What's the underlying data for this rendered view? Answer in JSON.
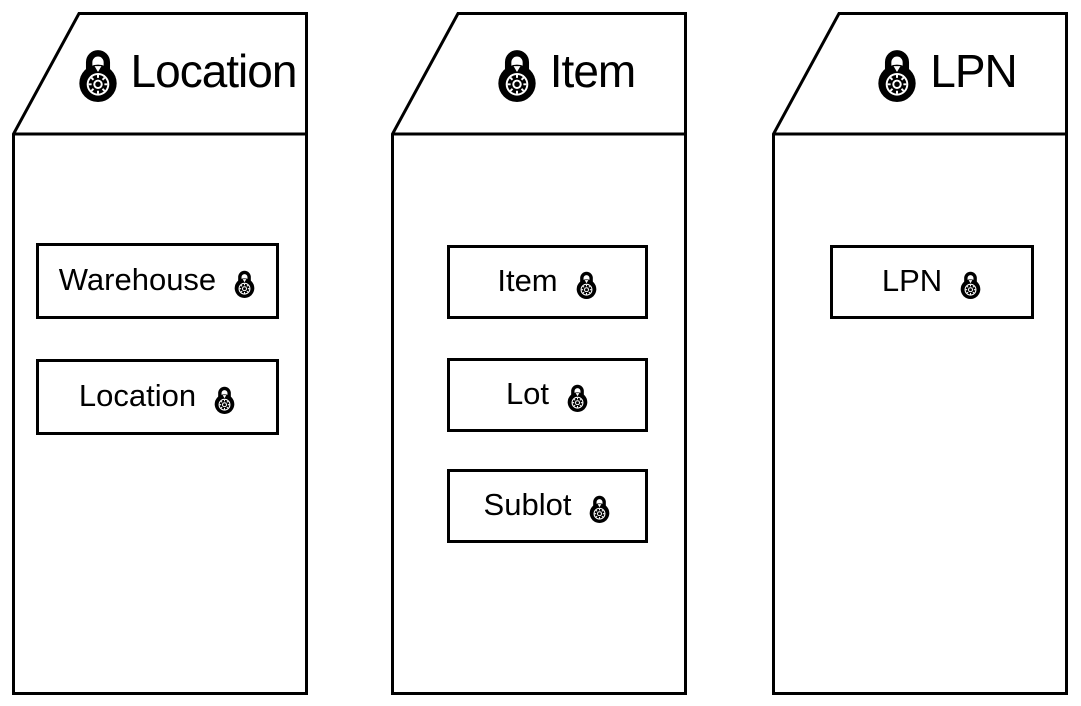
{
  "diagram": {
    "colors": {
      "ink": "#000000",
      "background": "#ffffff"
    },
    "panels": [
      {
        "title": "Location",
        "title_icon": "combination-lock-icon",
        "items": [
          {
            "label": "Warehouse",
            "icon": "combination-lock-icon"
          },
          {
            "label": "Location",
            "icon": "combination-lock-icon"
          }
        ]
      },
      {
        "title": "Item",
        "title_icon": "combination-lock-icon",
        "items": [
          {
            "label": "Item",
            "icon": "combination-lock-icon"
          },
          {
            "label": "Lot",
            "icon": "combination-lock-icon"
          },
          {
            "label": "Sublot",
            "icon": "combination-lock-icon"
          }
        ]
      },
      {
        "title": "LPN",
        "title_icon": "combination-lock-icon",
        "items": [
          {
            "label": "LPN",
            "icon": "combination-lock-icon"
          }
        ]
      }
    ]
  }
}
